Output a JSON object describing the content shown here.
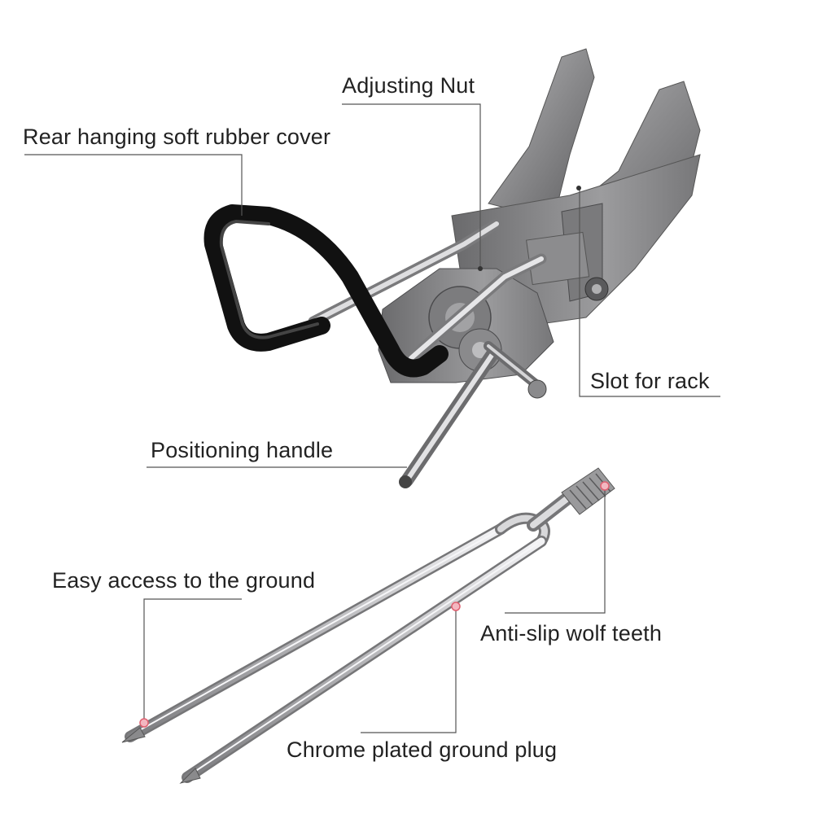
{
  "labels": {
    "adjusting_nut": "Adjusting Nut",
    "rear_cover": "Rear hanging soft rubber cover",
    "slot_for_rack": "Slot for rack",
    "positioning_handle": "Positioning handle",
    "ground_access": "Easy access to the ground",
    "wolf_teeth": "Anti-slip wolf teeth",
    "ground_plug": "Chrome plated ground plug"
  },
  "colors": {
    "metal_dark": "#6e6e70",
    "metal_mid": "#9a9a9c",
    "metal_light": "#c9c9cb",
    "rubber": "#111111",
    "chrome": "#d8d8da",
    "leader_line": "#555555",
    "marker": "#e06070"
  }
}
